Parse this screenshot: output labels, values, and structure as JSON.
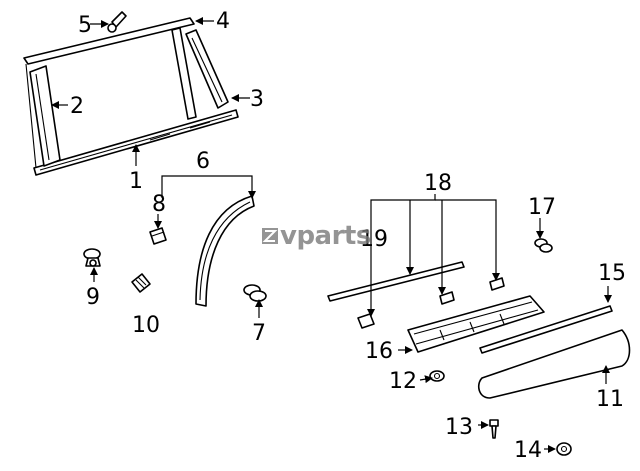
{
  "watermark": {
    "text": "vparts"
  },
  "callouts": [
    "1",
    "2",
    "3",
    "4",
    "5",
    "6",
    "7",
    "8",
    "9",
    "10",
    "11",
    "12",
    "13",
    "14",
    "15",
    "16",
    "17",
    "18",
    "19"
  ]
}
